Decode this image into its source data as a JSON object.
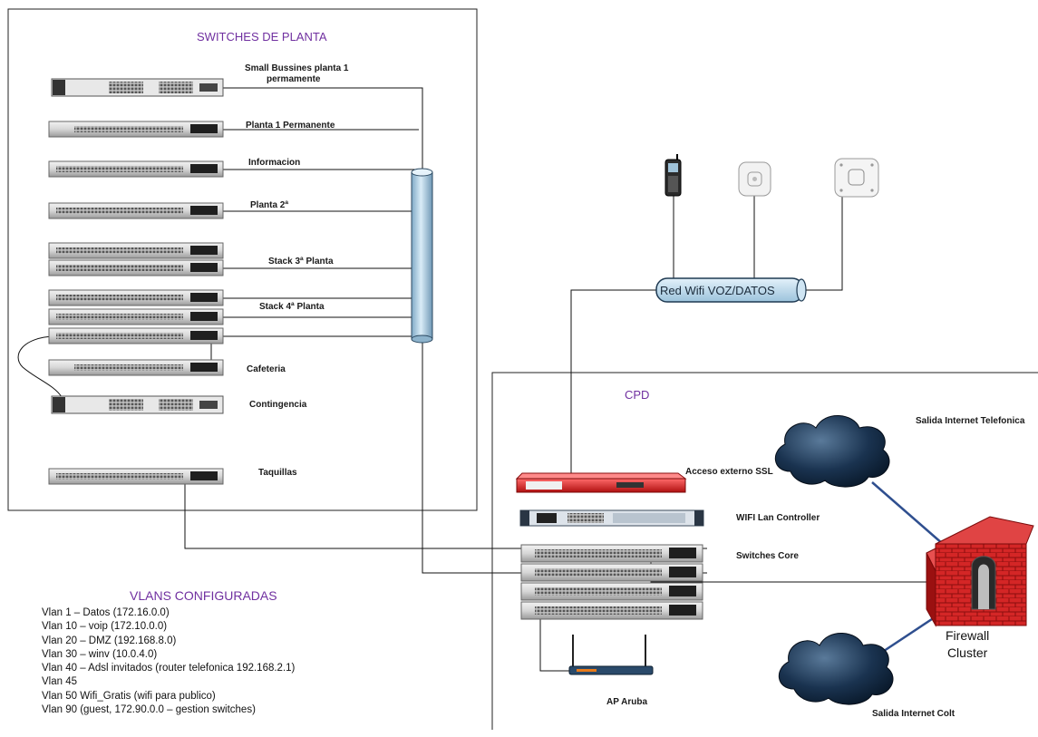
{
  "sections": {
    "switches_title": "SWITCHES DE PLANTA",
    "cpd_title": "CPD",
    "vlans_title": "VLANS CONFIGURADAS"
  },
  "switch_labels": {
    "small_bussines_line1": "Small Bussines planta 1",
    "small_bussines_line2": "permamente",
    "planta1": "Planta 1 Permanente",
    "informacion": "Informacion",
    "planta2": "Planta 2ª",
    "stack3": "Stack 3ª Planta",
    "stack4": "Stack 4ª Planta",
    "cafeteria": "Cafeteria",
    "contingencia": "Contingencia",
    "taquillas": "Taquillas"
  },
  "cpd_labels": {
    "acceso_ssl": "Acceso externo SSL",
    "wifi_controller": "WIFI Lan Controller",
    "switches_core": "Switches Core",
    "ap_aruba": "AP Aruba",
    "salida_telefonica": "Salida Internet Telefonica",
    "salida_colt": "Salida Internet Colt",
    "firewall_line1": "Firewall",
    "firewall_line2": "Cluster"
  },
  "wifi": {
    "network_label": "Red Wifi VOZ/DATOS"
  },
  "vlans": [
    "Vlan 1 – Datos (172.16.0.0)",
    "Vlan 10 – voip (172.10.0.0)",
    "Vlan 20 – DMZ (192.168.8.0)",
    "Vlan 30 – winv (10.0.4.0)",
    "Vlan 40 – Adsl invitados (router telefonica 192.168.2.1)",
    "Vlan 45",
    "Vlan 50 Wifi_Gratis (wifi para publico)",
    "Vlan 90 (guest, 172.90.0.0 – gestion switches)"
  ],
  "colors": {
    "title_purple": "#7030a0",
    "bus_blue": "#b8d8ec",
    "firewall_red": "#cc2222",
    "cloud_navy": "#0f2540",
    "wan_link": "#2f4f8f",
    "ssl_device": "#d42020"
  }
}
